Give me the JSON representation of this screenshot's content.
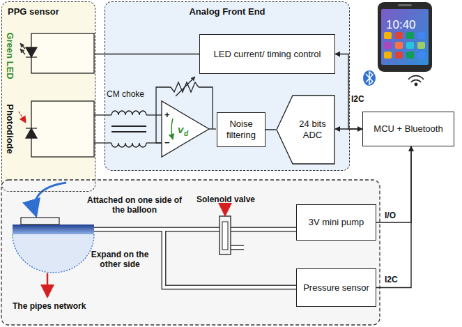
{
  "diagram": {
    "nodes": [
      {
        "text": [
          "PPG sensor"
        ]
      },
      {
        "text": [
          "Analog Front End"
        ]
      },
      {
        "text": [
          "LED current/ timing control"
        ],
        "in": 1
      },
      {
        "text": [
          "Noise filtering"
        ],
        "in": 1
      },
      {
        "text": [
          "24 bits ADC"
        ],
        "in": 1
      },
      {
        "text": [
          "MCU + Bluetooth"
        ]
      },
      {
        "text": [
          "3V mini pump"
        ]
      },
      {
        "text": [
          "Pressure sensor"
        ]
      }
    ],
    "edges": [
      {
        "from": 5,
        "to": 4,
        "arrow": "both",
        "label": "I2C"
      },
      {
        "from": 5,
        "to": 2,
        "arrow": "to"
      },
      {
        "from": 2,
        "to": 0,
        "arrow": "none"
      },
      {
        "from": 3,
        "to": 4,
        "arrow": "none"
      },
      {
        "from": 6,
        "to": 5,
        "arrow": "to",
        "label": "I/O"
      },
      {
        "from": 7,
        "to": 5,
        "arrow": "to",
        "label": "I2C"
      }
    ],
    "labels": [
      "Green LED",
      "Photodiode",
      "CM choke",
      "+",
      "−",
      "v",
      "d",
      "10:40",
      "Solenoid valve",
      "Attached on one side of the balloon",
      "Expand on the other side",
      "The pipes network"
    ]
  }
}
